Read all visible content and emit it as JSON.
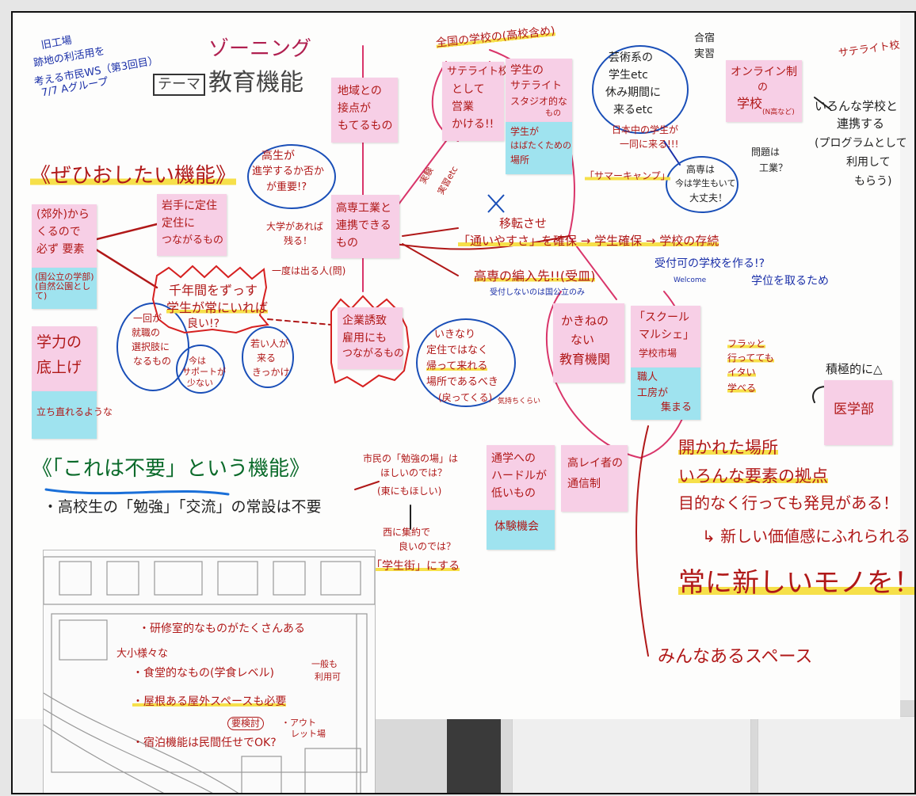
{
  "header": {
    "meta_lines": [
      "旧工場",
      "跡地の利活用を",
      "考える市民WS（第3回目）",
      "7/7 Aグループ"
    ],
    "zoning_title": "ゾーニング",
    "theme_label": "テーマ",
    "theme_title": "教育機能"
  },
  "sections": {
    "want": "《ぜひおしたい機能》",
    "not_needed": "《「これは不要」という機能》",
    "not_needed_item": "・高校生の「勉強」「交流」の常設は不要"
  },
  "sticky_notes": {
    "left_top": [
      "(郊外)から",
      "くるので",
      "必ず 要素"
    ],
    "left_top_cyan": "(国公立の学部)(自然公園として)",
    "left_mid": [
      "学力の",
      "底上げ"
    ],
    "left_mid_cyan": "立ち直れるような",
    "iwate": [
      "岩手に定住",
      "定住に",
      "つながるもの"
    ],
    "chiiki": [
      "地域との",
      "接点が",
      "もてるもの"
    ],
    "kosen": [
      "高専工業と",
      "連携できる",
      "もの"
    ],
    "kigyo": [
      "企業誘致",
      "雇用にも",
      "つながるもの"
    ],
    "satellite_school": [
      "サテライト校",
      "として",
      "営業",
      "かける!!"
    ],
    "student_studio": [
      "学生の",
      "サテライト",
      "スタジオ的な",
      "もの"
    ],
    "student_studio_cyan": [
      "学生が",
      "はばたくための",
      "場所"
    ],
    "online": [
      "オンライン制",
      "の",
      "学校",
      "(N高など)"
    ],
    "kikanai": [
      "かきねの",
      "ない",
      "教育機関"
    ],
    "school_marche": [
      "「スクール",
      "マルシェ」",
      "学校市場"
    ],
    "school_marche_cyan": [
      "職人",
      "工房が",
      "集まる"
    ],
    "tsugaku": [
      "通学への",
      "ハードルが",
      "低いもの"
    ],
    "tsugaku_cyan": "体験機会",
    "koreisha": [
      "高レイ者の",
      "通信制"
    ],
    "igakubu": "医学部"
  },
  "annotations": {
    "kosei_bubble": [
      "高生が",
      "進学するか否か",
      "が重要!?"
    ],
    "daigaku": [
      "大学があれば",
      "残る！"
    ],
    "ichido": "一度は出る人(問)",
    "sennen": [
      "千年間をずっす",
      "学生が常にいれば",
      "良い!?"
    ],
    "ikkai": [
      "一回が",
      "就職の",
      "選択肢に",
      "なるもの"
    ],
    "ima": [
      "今は",
      "サポートが",
      "少ない"
    ],
    "wakamono": [
      "若い人が",
      "来る",
      "きっかけ"
    ],
    "ikinari": [
      "いきなり",
      "定住ではなく",
      "帰って来れる",
      "場所であるべき",
      "(戻ってくる)"
    ],
    "zenkoku": "全国の学校の(高校含め)",
    "geijutsu": [
      "芸術系の",
      "学生etc",
      "休み期間に",
      "来るetc"
    ],
    "gasshuku": [
      "合宿",
      "実習"
    ],
    "nihonju": [
      "日本中の学生が",
      "一同に来る!!!"
    ],
    "summer_camp": "「サマーキャンプ」",
    "kosen_bubble": [
      "高専は",
      "今は学生もいて",
      "大丈夫！"
    ],
    "mondai": [
      "問題は",
      "工業？"
    ],
    "satellite_label": "サテライト校",
    "iroiro": [
      "いろんな学校と",
      "連携する",
      "(プログラムとして",
      "利用して",
      "もらう)"
    ],
    "jisshu": [
      "実験",
      "実習etc"
    ],
    "iten": "移転させ",
    "kayoi": "「通いやすさ」を確保 → 学生確保 → 学校の存続",
    "hennyu": "高専の編入先!!(受皿)",
    "uketsuke": "受付可の学校を作る!?",
    "welcome": "Welcome",
    "gakui": "学位を取るため",
    "uketsuke_note": "受付しないのは国公立のみ",
    "furatto": [
      "フラッと",
      "行ってても",
      "イタい",
      "学べる"
    ],
    "sekkyoku": "積極的に△",
    "shimin": [
      "市民の「勉強の場」は",
      "ほしいのでは？"
    ],
    "higashi": "(東にもほしい)",
    "nishi": [
      "西に集約で",
      "良いのでは？"
    ],
    "gakusei_gai": "「学生街」にする",
    "kimochi": "気持ちくらい",
    "hirakareta": "開かれた場所",
    "iroiro_kyoten": "いろんな要素の拠点",
    "mokuteki": "目的なく行っても発見がある！",
    "atarashii_kachi": "↳ 新しい価値感にふれられる",
    "tsune_ni": "常に新しいモノを！",
    "minna": "みんなあるスペース"
  },
  "map_notes": {
    "kenshu": "・研修室的なものがたくさんある",
    "daisho": "大小様々な",
    "shokudo": "・食堂的なもの(学食レベル)",
    "ippan": [
      "一般も",
      "利用可"
    ],
    "yane": "・屋根ある屋外スペースも必要",
    "outlet": [
      "・アウト",
      "レット場"
    ],
    "yokento": "要検討",
    "shukuhaku": "・宿泊機能は民間任せでOK?"
  },
  "colors": {
    "pink": "#f7cfe6",
    "cyan": "#9fe3ef",
    "red": "#b01818",
    "blue": "#1a2fa8",
    "highlight": "#f6e04a",
    "magenta_line": "#d9356a"
  }
}
